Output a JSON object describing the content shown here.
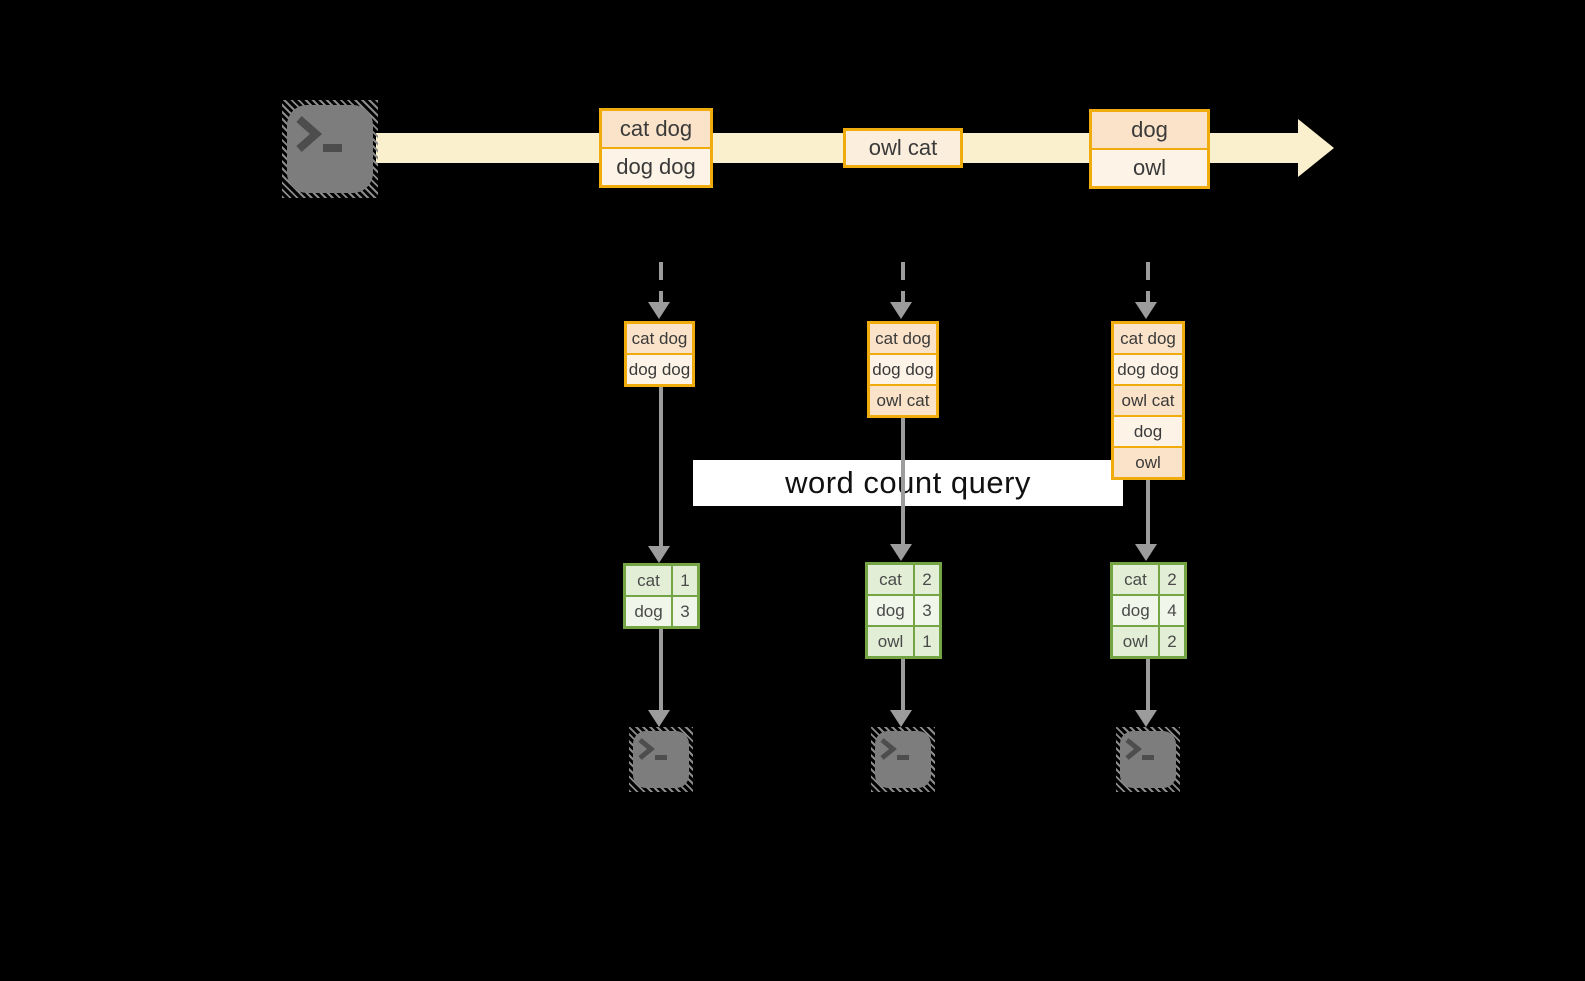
{
  "query_label": "word count query",
  "stream": {
    "source_icon": "terminal-icon",
    "events": [
      {
        "cells": [
          "cat dog",
          "dog dog"
        ]
      },
      {
        "cells": [
          "owl cat"
        ]
      },
      {
        "cells": [
          "dog",
          "owl"
        ]
      }
    ]
  },
  "columns": [
    {
      "buffer": [
        "cat dog",
        "dog dog"
      ],
      "counts": [
        {
          "word": "cat",
          "count": "1"
        },
        {
          "word": "dog",
          "count": "3"
        }
      ],
      "sink_icon": "terminal-icon"
    },
    {
      "buffer": [
        "cat dog",
        "dog dog",
        "owl cat"
      ],
      "counts": [
        {
          "word": "cat",
          "count": "2"
        },
        {
          "word": "dog",
          "count": "3"
        },
        {
          "word": "owl",
          "count": "1"
        }
      ],
      "sink_icon": "terminal-icon"
    },
    {
      "buffer": [
        "cat dog",
        "dog dog",
        "owl cat",
        "dog",
        "owl"
      ],
      "counts": [
        {
          "word": "cat",
          "count": "2"
        },
        {
          "word": "dog",
          "count": "4"
        },
        {
          "word": "owl",
          "count": "2"
        }
      ],
      "sink_icon": "terminal-icon"
    }
  ],
  "colors": {
    "background": "#000000",
    "stream_band": "#fbf0cd",
    "event_border": "#f0ab0c",
    "event_fill_dark": "#fae3c8",
    "event_fill_light": "#fdf3e6",
    "table_border": "#74a443",
    "table_row_dark": "#e3eed6",
    "table_row_light": "#f0f6ea",
    "arrow_gray": "#9c9c9c",
    "terminal_gray": "#7d7d7d"
  }
}
